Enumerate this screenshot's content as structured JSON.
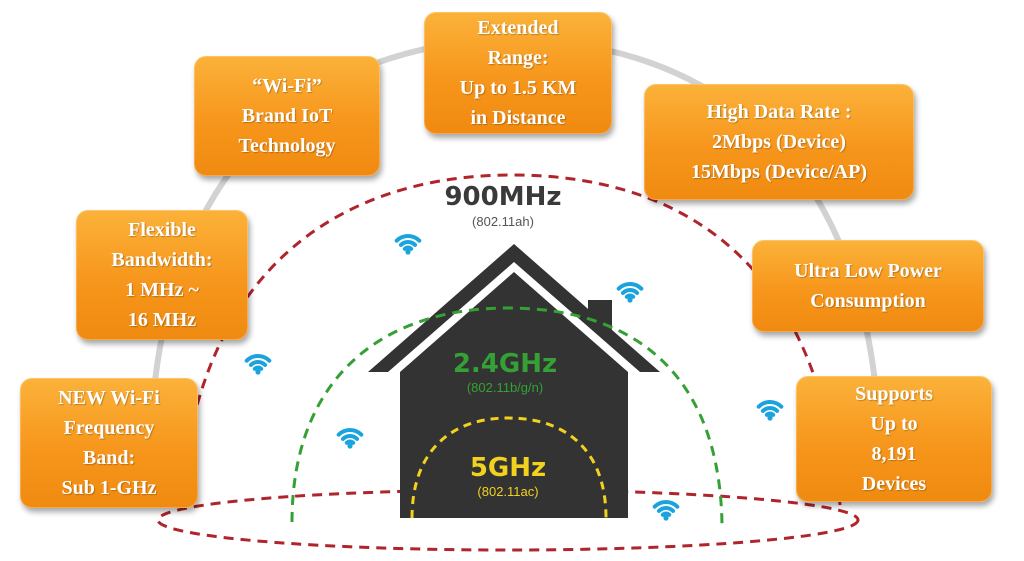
{
  "features": [
    {
      "id": "sub1ghz",
      "text": "NEW Wi-Fi\nFrequency\nBand:\nSub 1-GHz"
    },
    {
      "id": "bandwidth",
      "text": "Flexible\nBandwidth:\n1 MHz ~\n16 MHz"
    },
    {
      "id": "brand",
      "text": "“Wi-Fi”\nBrand IoT\nTechnology"
    },
    {
      "id": "range",
      "text": "Extended\nRange:\nUp to 1.5 KM\nin Distance"
    },
    {
      "id": "datarate",
      "text": "High Data Rate :\n2Mbps (Device)\n15Mbps (Device/AP)"
    },
    {
      "id": "power",
      "text": "Ultra Low Power\nConsumption"
    },
    {
      "id": "devices",
      "text": "Supports\nUp to\n8,191\nDevices"
    }
  ],
  "bands": {
    "b900": {
      "label": "900MHz",
      "standard": "(802.11ah)",
      "color": "#3a3a3a",
      "ring_color": "#b0242c"
    },
    "b24": {
      "label": "2.4GHz",
      "standard": "(802.11b/g/n)",
      "color": "#35a035",
      "ring_color": "#35a035"
    },
    "b5": {
      "label": "5GHz",
      "standard": "(802.11ac)",
      "color": "#f2d21f",
      "ring_color": "#f2d21f"
    }
  },
  "colors": {
    "box": "#f7961c",
    "house": "#333333",
    "wifi": "#1aa3dd",
    "arc": "#cfcfcf"
  }
}
